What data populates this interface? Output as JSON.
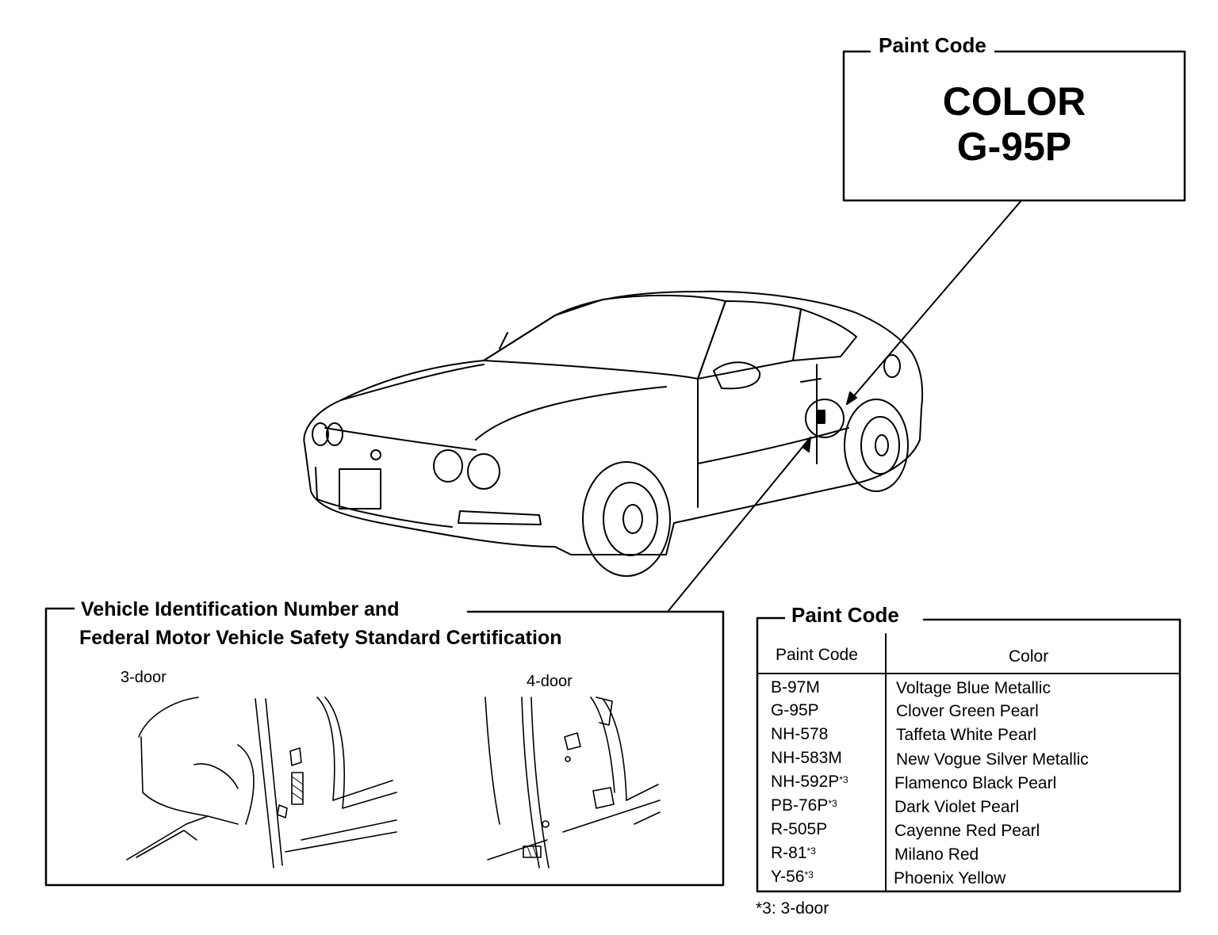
{
  "callout": {
    "label": "Paint Code",
    "color_word": "COLOR",
    "color_code": "G-95P"
  },
  "vin_box": {
    "title_line1": "Vehicle Identification Number and",
    "title_line2": "Federal Motor Vehicle Safety Standard Certification",
    "three_door_label": "3-door",
    "four_door_label": "4-door"
  },
  "paint_table": {
    "label": "Paint Code",
    "col_code_header": "Paint Code",
    "col_color_header": "Color",
    "rows": [
      {
        "code": "B-97M",
        "mark": "",
        "color": "Voltage Blue Metallic"
      },
      {
        "code": "G-95P",
        "mark": "",
        "color": "Clover Green Pearl"
      },
      {
        "code": "NH-578",
        "mark": "",
        "color": "Taffeta White Pearl"
      },
      {
        "code": "NH-583M",
        "mark": "",
        "color": "New Vogue Silver Metallic"
      },
      {
        "code": "NH-592P",
        "mark": "*3",
        "color": "Flamenco Black Pearl"
      },
      {
        "code": "PB-76P",
        "mark": "*3",
        "color": "Dark Violet Pearl"
      },
      {
        "code": "R-505P",
        "mark": "",
        "color": "Cayenne Red Pearl"
      },
      {
        "code": "R-81",
        "mark": "*3",
        "color": "Milano Red"
      },
      {
        "code": "Y-56",
        "mark": "*3",
        "color": "Phoenix Yellow"
      }
    ],
    "footnote": "*3: 3-door"
  }
}
